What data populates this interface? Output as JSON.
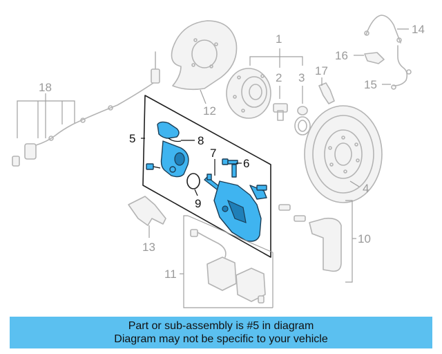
{
  "callouts": {
    "c1": "1",
    "c2": "2",
    "c3": "3",
    "c4": "4",
    "c5": "5",
    "c6": "6",
    "c7": "7",
    "c8": "8",
    "c9": "9",
    "c10": "10",
    "c11": "11",
    "c12": "12",
    "c13": "13",
    "c14": "14",
    "c15": "15",
    "c16": "16",
    "c17": "17",
    "c18": "18"
  },
  "banner": {
    "line1": "Part or sub-assembly is #5 in diagram",
    "line2": "Diagram may not be specific to your vehicle"
  },
  "colors": {
    "highlight": "#3fb4f0",
    "banner": "#5bc0f0",
    "ghost": "#b4b4b4"
  }
}
